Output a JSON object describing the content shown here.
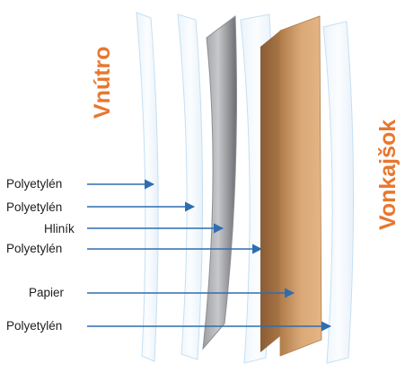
{
  "colors": {
    "accent_orange": "#e8772e",
    "arrow_blue": "#2f6db0",
    "film_edge": "#a9cbe8",
    "foil_light": "#b8b9bc",
    "foil_dark": "#6b6d72",
    "paper_light": "#d9a876",
    "paper_dark": "#9a6a3e",
    "label_text": "#1d1d1d"
  },
  "sides": {
    "inside": "Vnútro",
    "outside": "Vonkajšok"
  },
  "layers": [
    {
      "label": "Polyetylén",
      "material": "polyethylene"
    },
    {
      "label": "Polyetylén",
      "material": "polyethylene"
    },
    {
      "label": "Hliník",
      "material": "aluminium"
    },
    {
      "label": "Polyetylén",
      "material": "polyethylene"
    },
    {
      "label": "Papier",
      "material": "paper"
    },
    {
      "label": "Polyetylén",
      "material": "polyethylene"
    }
  ]
}
